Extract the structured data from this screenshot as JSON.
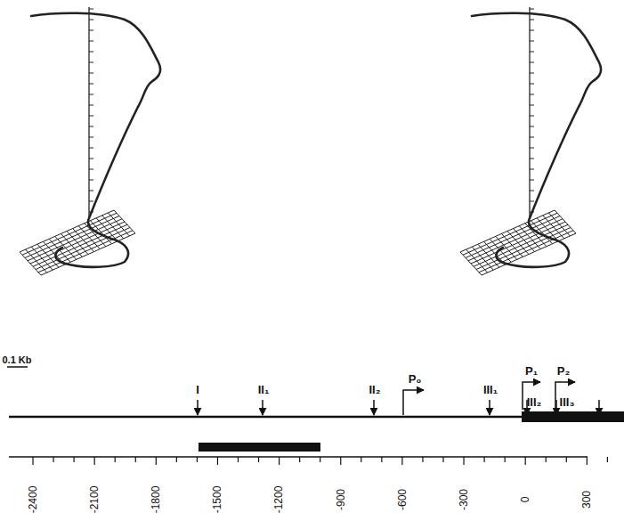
{
  "diagram": {
    "labels": [
      "0.1 Kb",
      "I",
      "II₁",
      "II₂",
      "P₀",
      "III₁",
      "P₁",
      "III₂",
      "P₂",
      "III₃",
      "-2400",
      "-2100",
      "-1800",
      "-1500",
      "-1200",
      "-900",
      "-600",
      "-300",
      "0",
      "300"
    ]
  }
}
